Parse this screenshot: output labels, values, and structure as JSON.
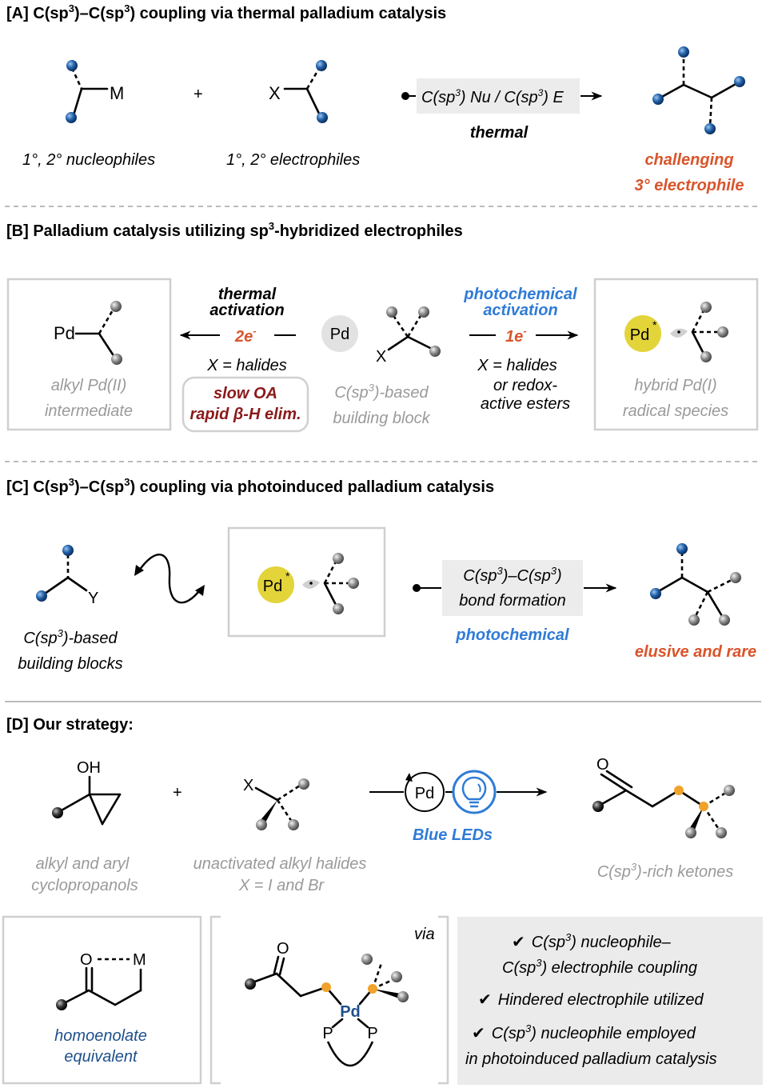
{
  "colors": {
    "blue_ball": "#1f5fa8",
    "grey_ball": "#8c8c8c",
    "yellow_pd": "#e3d43a",
    "orange_atom": "#f0a22a",
    "challenge_red": "#d9542b",
    "dark_red": "#8b1a1a",
    "photo_blue": "#2f7bd6",
    "navy": "#1e4f8c"
  },
  "A": {
    "title_pre": "[A] C(sp",
    "title_mid": ")–C(sp",
    "title_post": ") coupling via thermal palladium catalysis",
    "sup": "3",
    "metal": "M",
    "plus": "+",
    "halide": "X",
    "nucleophiles": "1°, 2° nucleophiles",
    "electrophiles": "1°, 2° electrophiles",
    "arrow_box_pre": "C(sp",
    "arrow_box_mid": ") Nu / C(sp",
    "arrow_box_post": ") E",
    "condition": "thermal",
    "challenge1": "challenging",
    "challenge2": "3° electrophile"
  },
  "B": {
    "title": "[B] Palladium catalysis utilizing sp",
    "title_post": "-hybridized electrophiles",
    "sup": "3",
    "pd": "Pd",
    "alkyl_pd1": "alkyl Pd(II)",
    "alkyl_pd2": "intermediate",
    "thermal1": "thermal",
    "thermal2": "activation",
    "two_e": "2e",
    "minus": "-",
    "x_halides": "X = halides",
    "slow_oa": "slow OA",
    "rapid": "rapid β-H elim.",
    "block1_pre": "C(sp",
    "block1_post": ")-based",
    "block2": "building block",
    "photo1": "photochemical",
    "photo2": "activation",
    "one_e": "1e",
    "x_halides2": "X = halides",
    "redox1": "or redox-",
    "redox2": "active esters",
    "pd_star": "*",
    "hybrid1": "hybrid Pd(I)",
    "hybrid2": "radical species",
    "x": "X"
  },
  "C": {
    "title_pre": "[C] C(sp",
    "title_mid": ")–C(sp",
    "title_post": ") coupling via photoinduced palladium catalysis",
    "sup": "3",
    "y": "Y",
    "blocks1_pre": "C(sp",
    "blocks1_post": ")-based",
    "blocks2": "building blocks",
    "pd": "Pd",
    "star": "*",
    "box1_pre": "C(sp",
    "box1_mid": ")–C(sp",
    "box1_post": ")",
    "box2": "bond formation",
    "photochemical": "photochemical",
    "elusive": "elusive and rare"
  },
  "D": {
    "title": "[D] Our strategy:",
    "oh": "OH",
    "plus": "+",
    "x": "X",
    "pd": "Pd",
    "leds": "Blue LEDs",
    "o": "O",
    "cyclo1": "alkyl and aryl",
    "cyclo2": "cyclopropanols",
    "halides1": "unactivated alkyl halides",
    "halides2": "X = I and Br",
    "ketones_pre": "C(sp",
    "ketones_post": ")-rich ketones",
    "sup": "3",
    "m": "M",
    "homo1": "homoenolate",
    "homo2": "equivalent",
    "via": "via",
    "p": "P",
    "check": "✔",
    "c1_pre": "C(sp",
    "c1_post": ") nucleophile–",
    "c2_pre": "C(sp",
    "c2_post": ") electrophile coupling",
    "c3": "Hindered electrophile utilized",
    "c4_pre": "C(sp",
    "c4_post": ") nucleophile employed",
    "c5": "in photoinduced palladium catalysis"
  }
}
